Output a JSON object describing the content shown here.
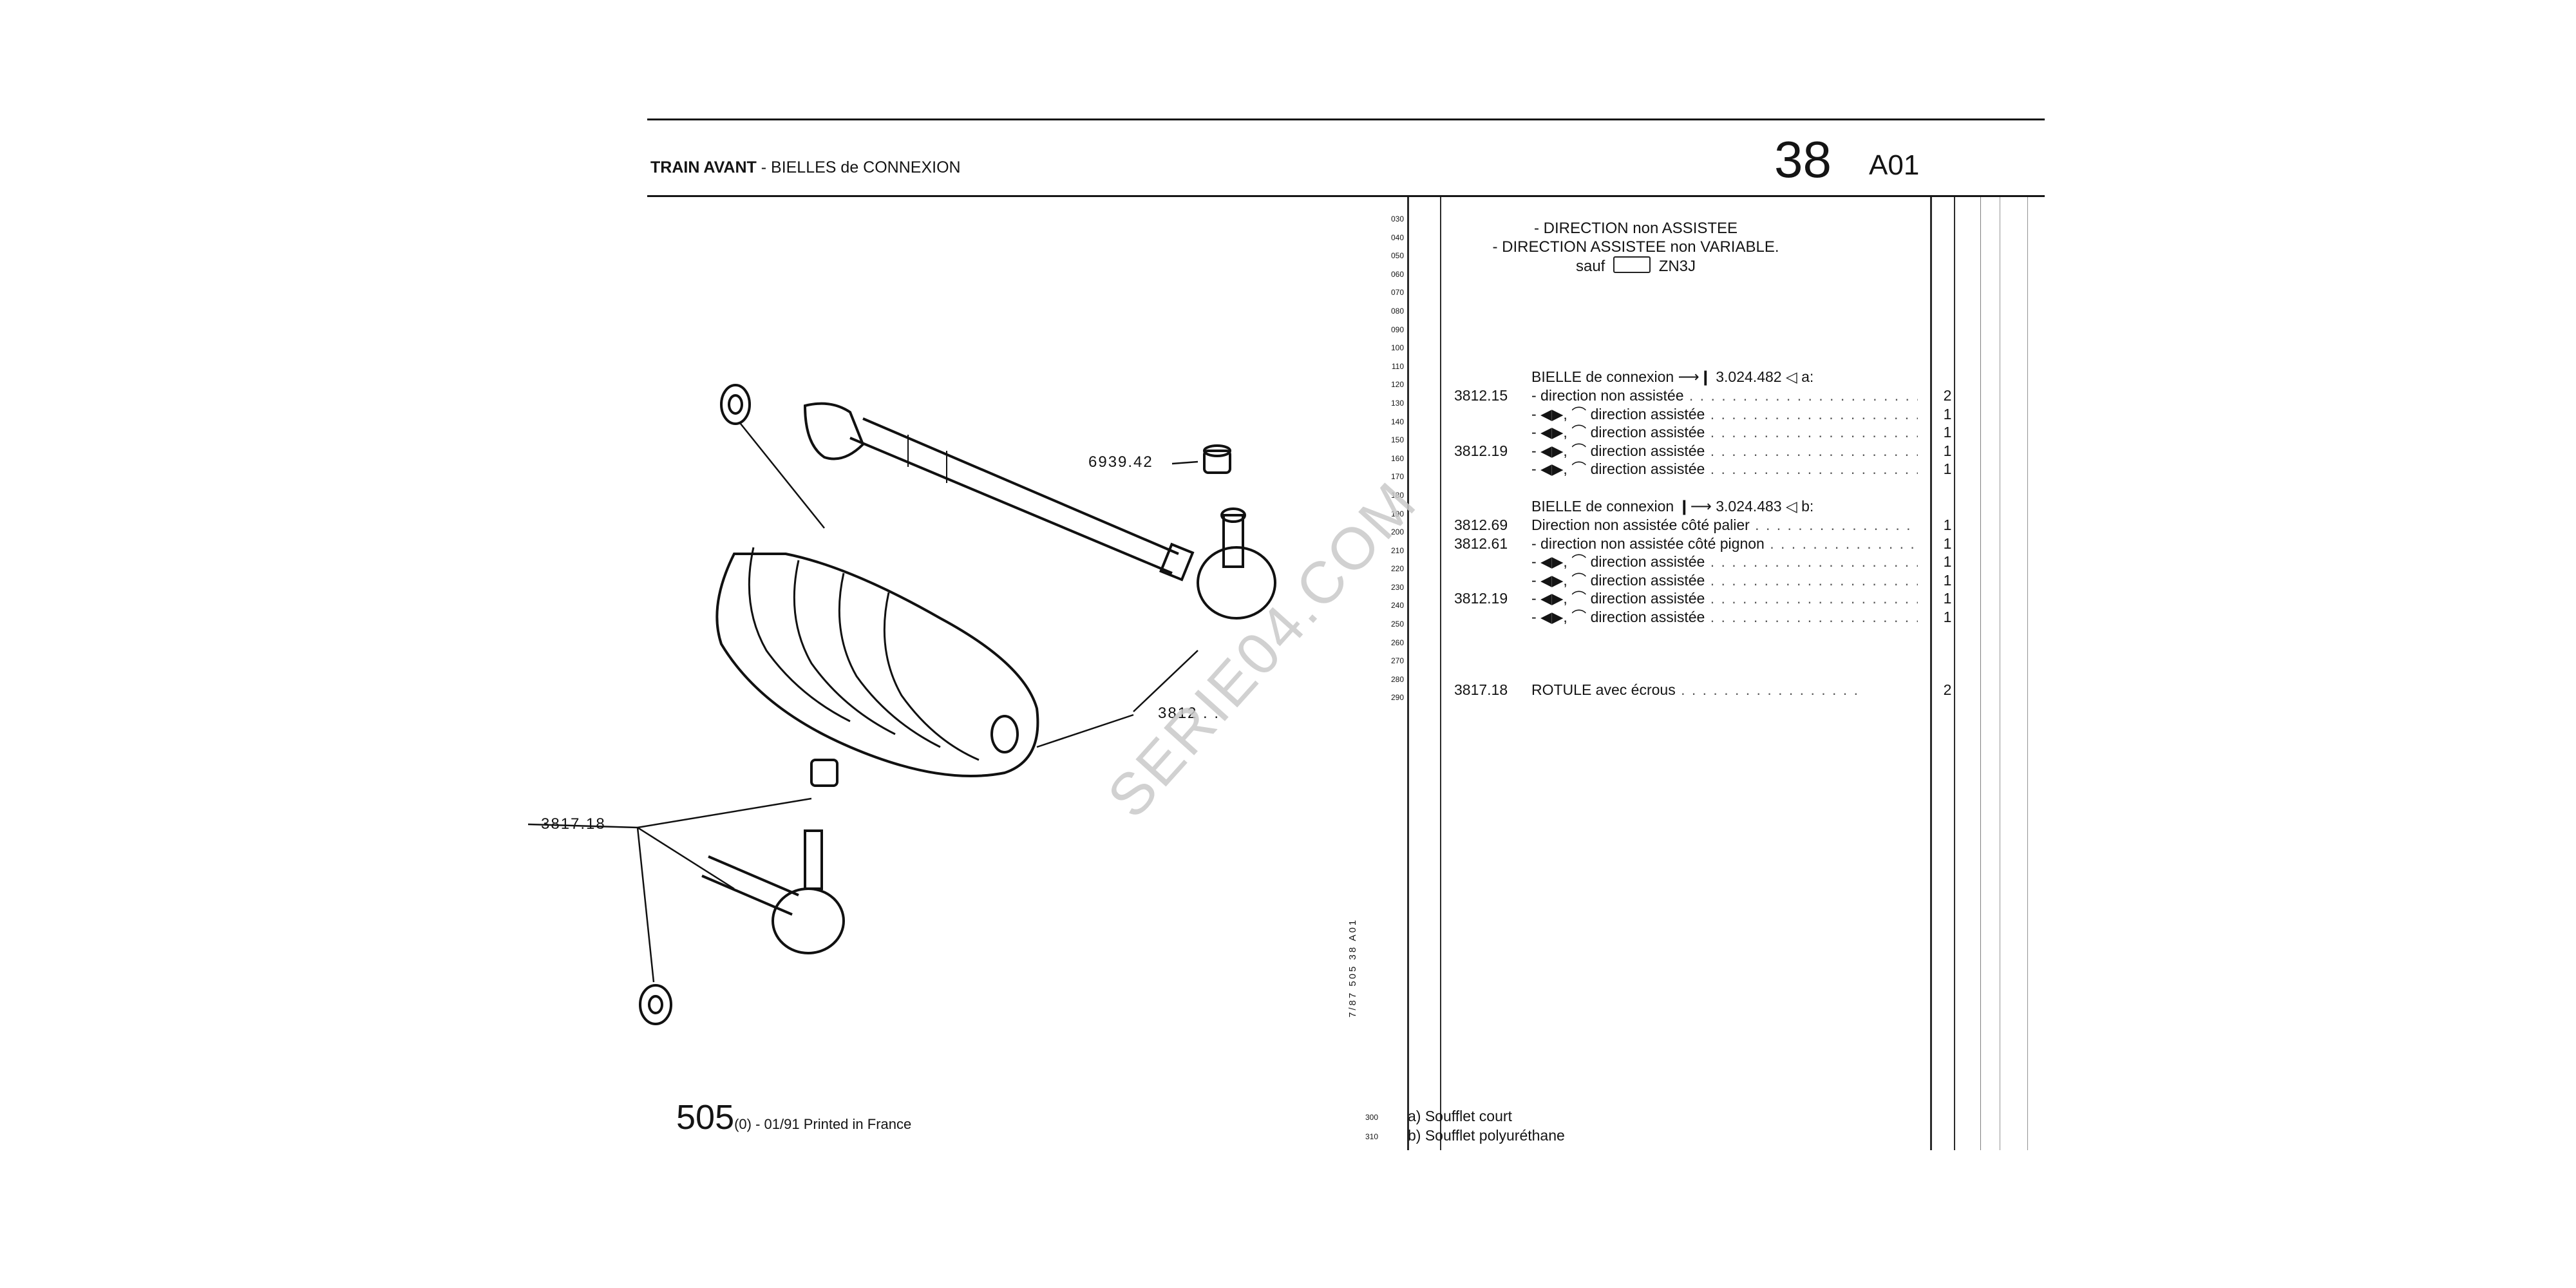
{
  "header": {
    "title_bold": "TRAIN AVANT",
    "title_rest": " - BIELLES de CONNEXION",
    "section_number": "38",
    "section_code": "A01"
  },
  "line_numbers": [
    "030",
    "040",
    "050",
    "060",
    "070",
    "080",
    "090",
    "100",
    "110",
    "120",
    "130",
    "140",
    "150",
    "160",
    "170",
    "180",
    "190",
    "200",
    "210",
    "220",
    "230",
    "240",
    "250",
    "260",
    "270",
    "280",
    "290"
  ],
  "intro": {
    "line1": "- DIRECTION non ASSISTEE",
    "line2": "- DIRECTION ASSISTEE non VARIABLE.",
    "line3_prefix": "sauf",
    "line3_code": "ZN3J"
  },
  "group_a": {
    "title": "BIELLE de connexion",
    "part_no": "3.024.482",
    "note": "a"
  },
  "rows_a": [
    {
      "ref": "3812.15",
      "desc": "- direction non assistée",
      "qty": "2"
    },
    {
      "ref": "",
      "desc": "direction assistée",
      "qty": "1"
    },
    {
      "ref": "",
      "desc": "direction assistée",
      "qty": "1"
    },
    {
      "ref": "3812.19",
      "desc": "direction assistée",
      "qty": "1"
    },
    {
      "ref": "",
      "desc": "direction assistée",
      "qty": "1"
    }
  ],
  "group_b": {
    "title": "BIELLE de connexion",
    "part_no": "3.024.483",
    "note": "b"
  },
  "rows_b": [
    {
      "ref": "3812.69",
      "desc": "Direction non assistée côté palier",
      "qty": "1"
    },
    {
      "ref": "3812.61",
      "desc": "- direction non assistée côté pignon",
      "qty": "1"
    },
    {
      "ref": "",
      "desc": "direction assistée",
      "qty": "1"
    },
    {
      "ref": "",
      "desc": "direction assistée",
      "qty": "1"
    },
    {
      "ref": "3812.19",
      "desc": "direction assistée",
      "qty": "1"
    },
    {
      "ref": "",
      "desc": "direction assistée",
      "qty": "1"
    }
  ],
  "row_rotule": {
    "ref": "3817.18",
    "desc": "ROTULE avec écrous",
    "qty": "2"
  },
  "footnotes": [
    {
      "num": "300",
      "text": "a) Soufflet court"
    },
    {
      "num": "310",
      "text": "b) Soufflet polyuréthane"
    }
  ],
  "callouts": {
    "nut": "6939.42",
    "tie_rod": "3812 . .",
    "ball_joint": "3817.18"
  },
  "footer": {
    "model": "505",
    "suffix": "(0) - 01/91 Printed in France"
  },
  "vertical_ref": "7/87   505  38 A01",
  "watermark": "SERIE04.COM"
}
